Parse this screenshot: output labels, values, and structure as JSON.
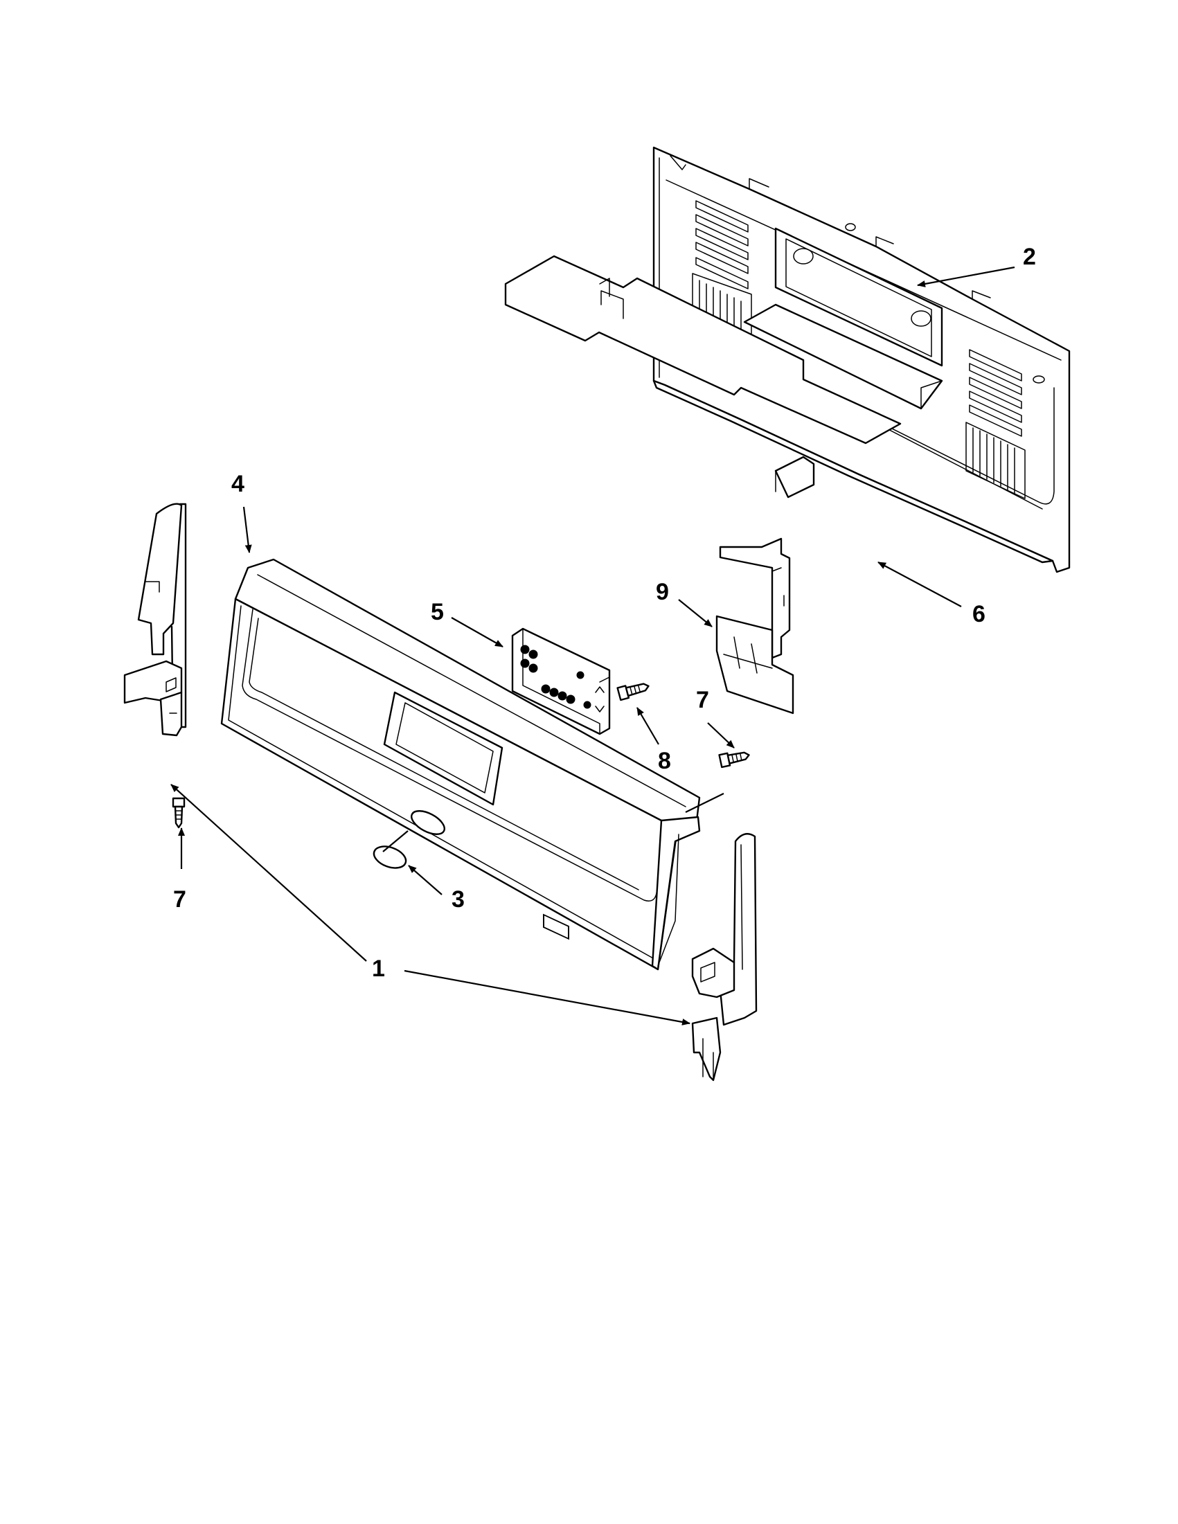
{
  "callouts": [
    {
      "id": "c1",
      "label": "1",
      "part": "side-trim-bracket"
    },
    {
      "id": "c2",
      "label": "2",
      "part": "rear-panel"
    },
    {
      "id": "c3",
      "label": "3",
      "part": "badge"
    },
    {
      "id": "c4",
      "label": "4",
      "part": "control-panel"
    },
    {
      "id": "c5",
      "label": "5",
      "part": "control-board"
    },
    {
      "id": "c6",
      "label": "6",
      "part": "heat-shield"
    },
    {
      "id": "c7a",
      "label": "7",
      "part": "screw"
    },
    {
      "id": "c7b",
      "label": "7",
      "part": "screw"
    },
    {
      "id": "c8",
      "label": "8",
      "part": "screw"
    },
    {
      "id": "c9",
      "label": "9",
      "part": "mounting-bracket"
    }
  ]
}
